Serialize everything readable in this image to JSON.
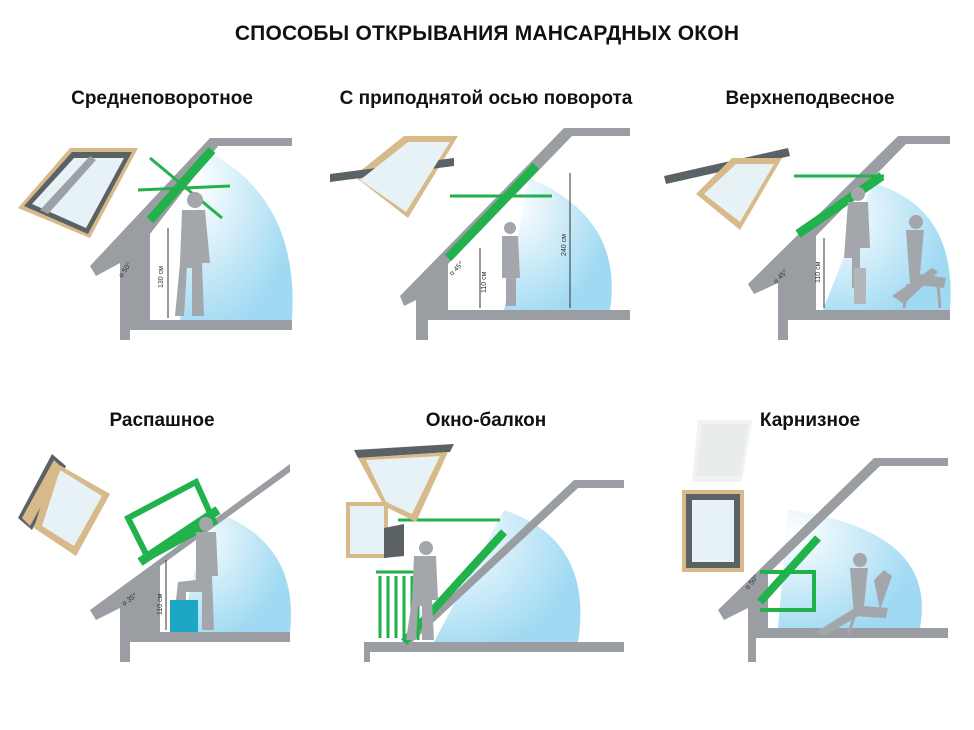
{
  "title": "СПОСОБЫ ОТКРЫВАНИЯ МАНСАРДНЫХ ОКОН",
  "colors": {
    "wall": "#9a9ea3",
    "green": "#22b24c",
    "glow": "#8fd3f0",
    "frame": "#5b6266",
    "wood": "#d8b98a",
    "person": "#a3a7ab",
    "step": "#1ea7c5"
  },
  "panels": [
    {
      "label": "Среднеповоротное",
      "angle": "α 50°",
      "height": "130 см"
    },
    {
      "label": "С приподнятой осью поворота",
      "angle": "α 45°",
      "height": "110 см",
      "height2": "240 см"
    },
    {
      "label": "Верхнеподвесное",
      "angle": "α 45°",
      "height": "110 см"
    },
    {
      "label": "Распашное",
      "angle": "α 35°",
      "height": "110 см"
    },
    {
      "label": "Окно-балкон"
    },
    {
      "label": "Карнизное",
      "angle": "α 50°"
    }
  ]
}
